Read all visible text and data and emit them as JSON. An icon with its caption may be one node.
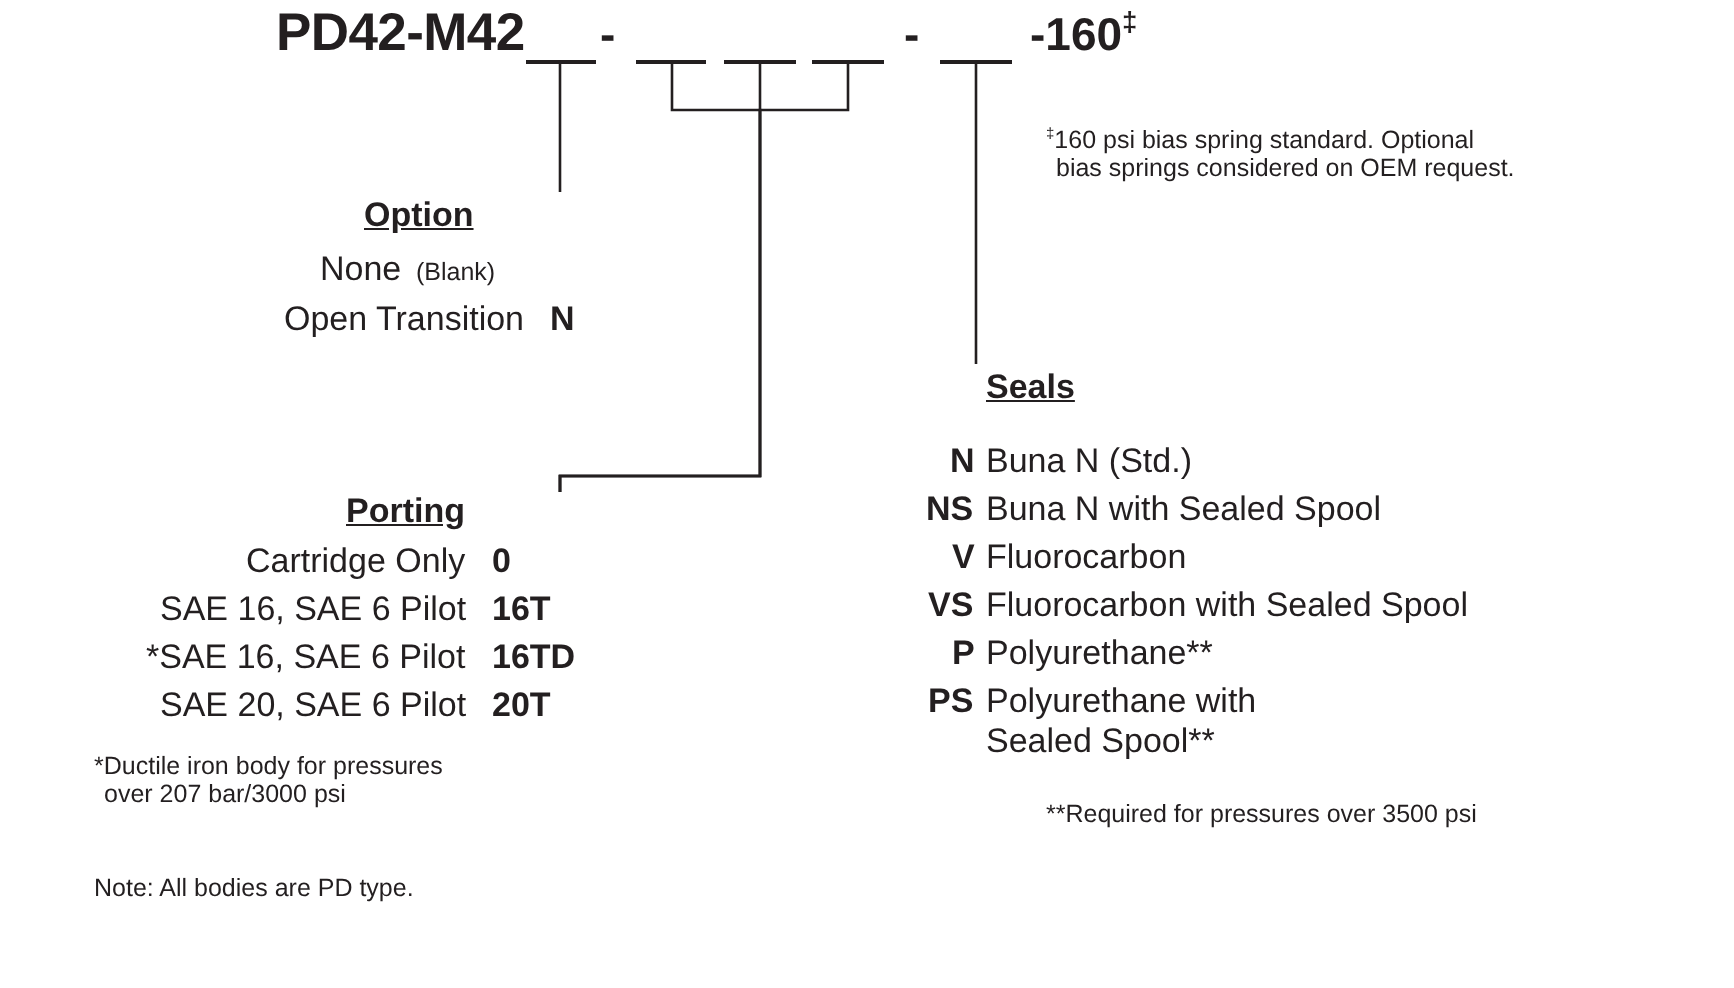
{
  "diagram": {
    "title": "PD42-M42",
    "nodes": [
      {
        "text": [],
        "shape": "bar"
      },
      {
        "text": [],
        "shape": "bar"
      },
      {
        "text": [],
        "shape": "bar"
      },
      {
        "text": [],
        "shape": "bar"
      },
      {
        "text": [],
        "shape": "bar"
      },
      {
        "text": [
          "Option",
          "None",
          "(Blank)",
          "Open Transition",
          "N"
        ]
      },
      {
        "text": [
          "Porting",
          "Cartridge Only",
          "0",
          "SAE 16, SAE 6 Pilot",
          "16T",
          "*SAE 16, SAE 6 Pilot",
          "16TD",
          "SAE 20, SAE 6 Pilot",
          "20T"
        ]
      },
      {
        "text": [
          "Seals",
          "N",
          "Buna N (Std.)",
          "NS",
          "Buna N with Sealed Spool",
          "V",
          "Fluorocarbon",
          "VS",
          "Fluorocarbon with Sealed Spool",
          "P",
          "Polyurethane**",
          "PS",
          "Polyurethane with Sealed Spool**"
        ]
      }
    ],
    "edges": [
      {
        "from": 0,
        "to": 5,
        "arrow": "none"
      },
      {
        "from": 1,
        "to": 6,
        "arrow": "none"
      },
      {
        "from": 2,
        "to": 6,
        "arrow": "none"
      },
      {
        "from": 3,
        "to": 6,
        "arrow": "none"
      },
      {
        "from": 4,
        "to": 7,
        "arrow": "none"
      }
    ],
    "labels": [
      "-",
      "-",
      "-160$^{‡}$",
      "$^{‡}$160 psi bias spring standard. Optional bias springs considered on OEM request.",
      "*Ductile iron body for pressures over 207 bar/3000 psi",
      "Note: All bodies are PD type.",
      "**Required for pressures over 3500 psi"
    ]
  }
}
